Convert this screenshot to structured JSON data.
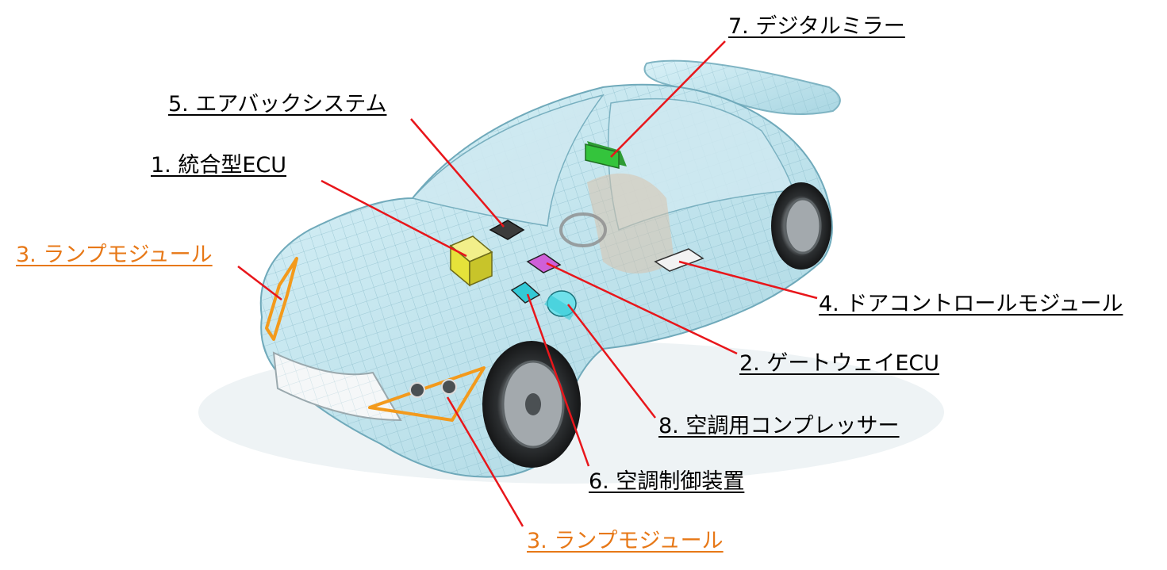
{
  "colors": {
    "line": "#e8161b",
    "label_default": "#000000",
    "label_lamp": "#e77817",
    "car_body": "#bfe5ef",
    "car_grid": "#6fa9ba",
    "ecu_block": "#e6e23a",
    "gateway_block": "#cf5fd8",
    "airbag_block": "#3b3b3b",
    "hvac_block": "#33c9d6",
    "mirror_block": "#34c43c",
    "door_block": "#f3f3f3",
    "lamp_outline": "#f39a1c"
  },
  "labels": {
    "digital_mirror": "7. デジタルミラー",
    "airbag": "5. エアバックシステム",
    "integrated_ecu": "1. 統合型ECU",
    "lamp_left": "3. ランプモジュール",
    "door_control": "4. ドアコントロールモジュール",
    "gateway_ecu": "2. ゲートウェイECU",
    "ac_compressor": "8. 空調用コンプレッサー",
    "hvac_control": "6. 空調制御装置",
    "lamp_bottom": "3. ランプモジュール"
  }
}
